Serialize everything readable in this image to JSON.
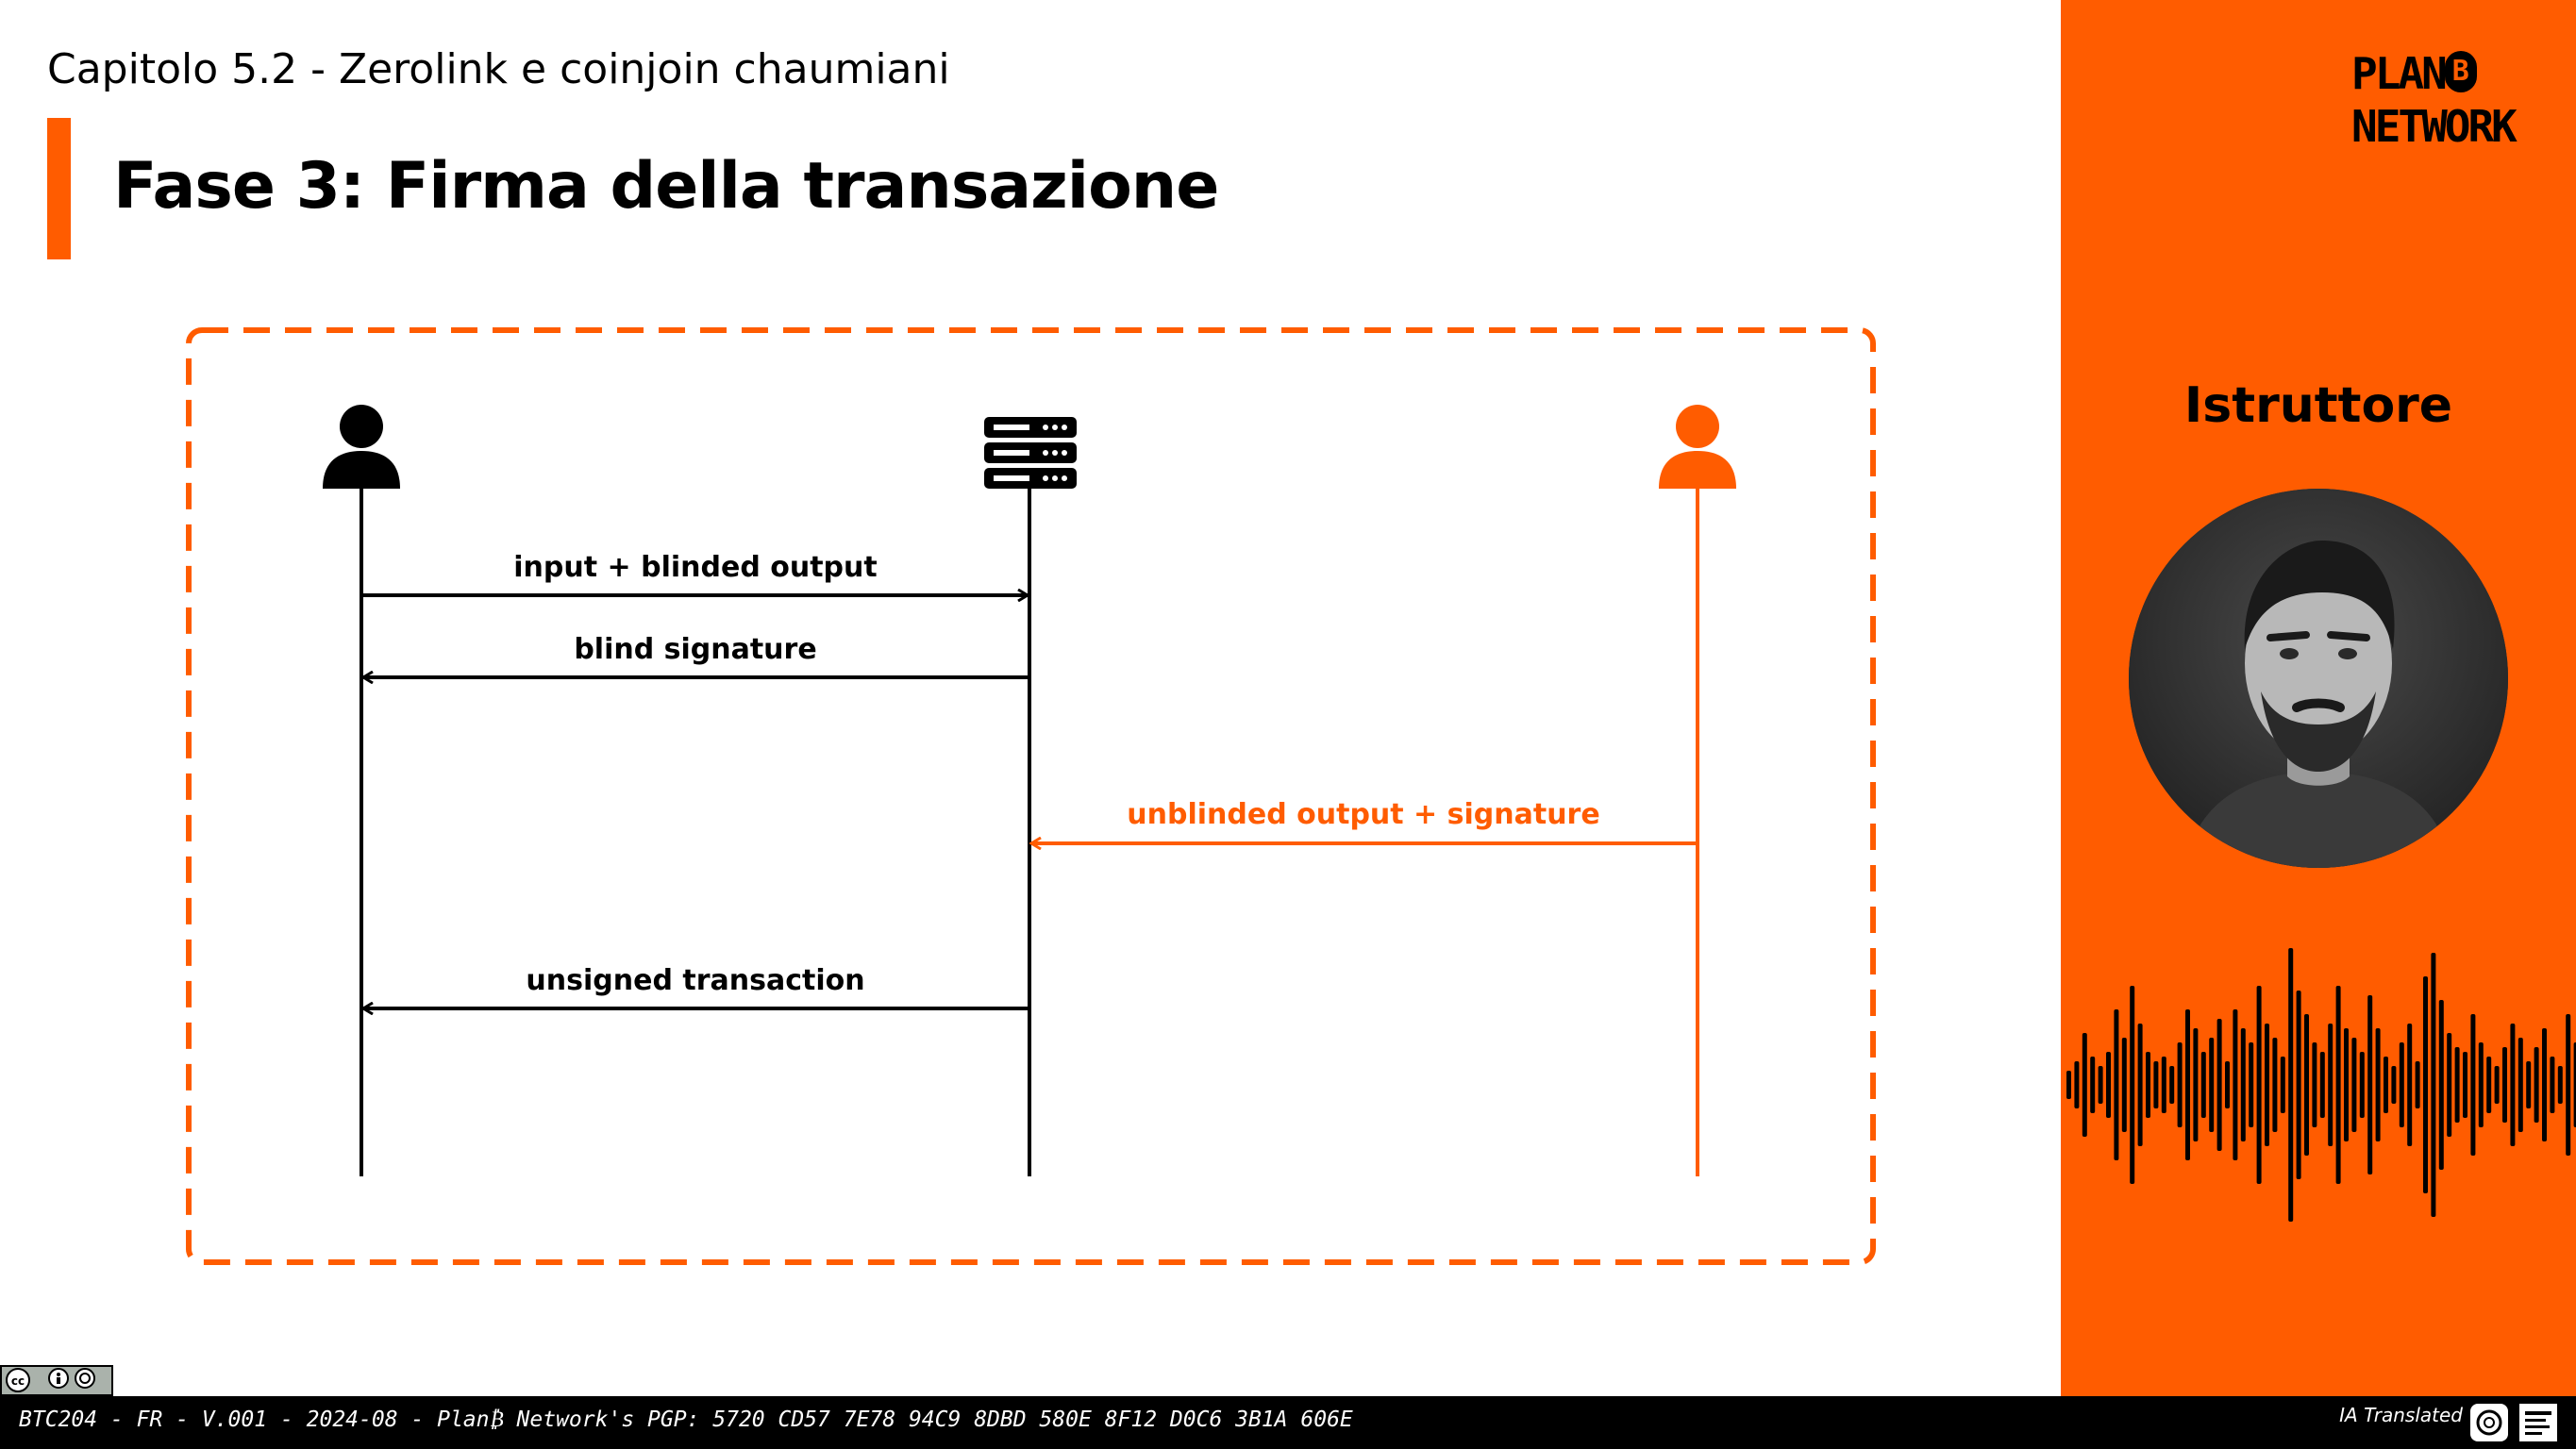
{
  "header": {
    "chapter": "Capitolo 5.2 - Zerolink e coinjoin chaumiani",
    "title": "Fase 3: Firma della transazione"
  },
  "diagram": {
    "actors": [
      {
        "icon": "user-icon",
        "color": "#000000"
      },
      {
        "icon": "server-icon",
        "color": "#000000"
      },
      {
        "icon": "user-icon",
        "color": "#ff5c00"
      }
    ],
    "messages": [
      {
        "label": "input + blinded output",
        "from": 0,
        "to": 1,
        "color": "#000000"
      },
      {
        "label": "blind signature",
        "from": 1,
        "to": 0,
        "color": "#000000"
      },
      {
        "label": "unblinded output + signature",
        "from": 2,
        "to": 1,
        "color": "#ff5c00"
      },
      {
        "label": "unsigned transaction",
        "from": 1,
        "to": 0,
        "color": "#000000"
      }
    ]
  },
  "sidebar": {
    "logo_line1": "PLAN",
    "logo_b": "B",
    "logo_line2": "NETWORK",
    "instructor_label": "Istruttore"
  },
  "footer": {
    "text": "BTC204 - FR - V.001 - 2024-08 - Plan₿ Network's PGP: 5720 CD57 7E78 94C9 8DBD 580E 8F12 D0C6 3B1A 606E",
    "ia_label": "IA Translated"
  },
  "colors": {
    "accent": "#ff5c00",
    "black": "#000000",
    "footer_bg": "#000000"
  }
}
